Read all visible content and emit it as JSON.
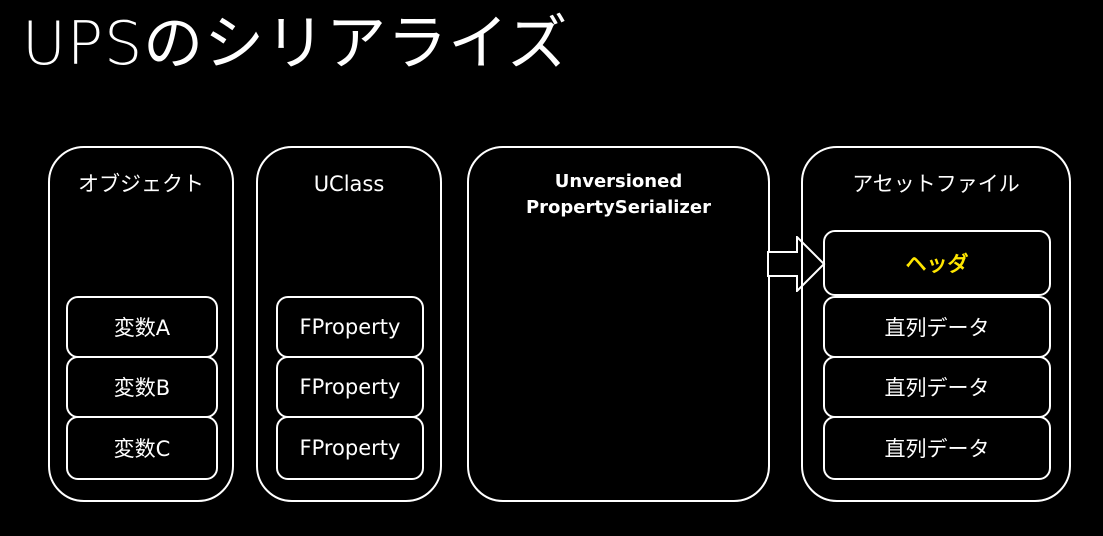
{
  "title": "UPSのシリアライズ",
  "panels": {
    "object": {
      "label": "オブジェクト",
      "items": [
        "変数A",
        "変数B",
        "変数C"
      ]
    },
    "uclass": {
      "label": "UClass",
      "items": [
        "FProperty",
        "FProperty",
        "FProperty"
      ]
    },
    "serializer": {
      "label_line1": "Unversioned",
      "label_line2": "PropertySerializer"
    },
    "asset": {
      "label": "アセットファイル",
      "items": [
        "ヘッダ",
        "直列データ",
        "直列データ",
        "直列データ"
      ]
    }
  },
  "colors": {
    "background": "#000000",
    "stroke": "#ffffff",
    "highlight": "#ffe600"
  }
}
